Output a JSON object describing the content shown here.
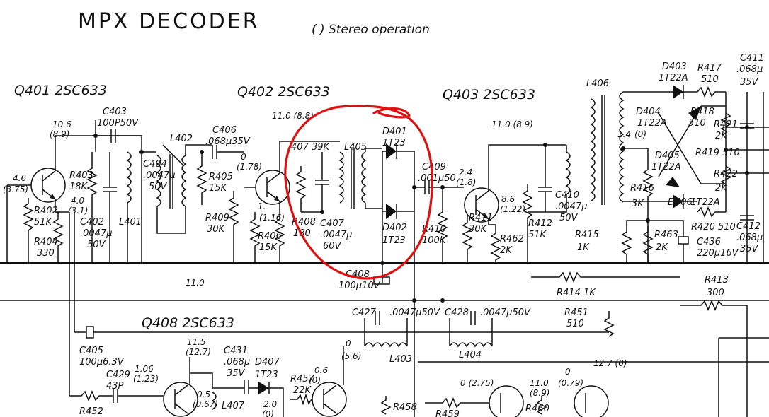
{
  "title": "MPX   DECODER",
  "subtitle": "(   ) Stereo  operation",
  "transistors": {
    "q401": "Q401 2SC633",
    "q402": "Q402 2SC633",
    "q403": "Q403 2SC633",
    "q408": "Q408 2SC633"
  },
  "diodes": {
    "d401": "D401",
    "d401_type": "1T23",
    "d402": "D402",
    "d402_type": "1T23",
    "d403": "D403",
    "d403_type": "1T22A",
    "d404": "D404",
    "d404_type": "1T22A",
    "d405": "D405",
    "d405_type": "1T22A",
    "d406": "D406",
    "d406_type": "1T22A",
    "d407": "D407",
    "d407_type": "1T23"
  },
  "coils": {
    "l401": "L401",
    "l402": "L402",
    "l403": "L403",
    "l404": "L404",
    "l405": "L405",
    "l406": "L406",
    "l407": "L407"
  },
  "resistors": {
    "r402": "R402",
    "r402_val": "51K",
    "r403": "R403",
    "r403_val": "18K",
    "r404": "R404",
    "r404_val": "330",
    "r405": "R405",
    "r405_val": "15K",
    "r406": "R406",
    "r406_val": "15K",
    "r407": "407 39K",
    "r408": "R408",
    "r408_val": "180",
    "r409": "R409",
    "r409_val": "30K",
    "r410": "R410",
    "r410_val": "100K",
    "r411": "R411",
    "r411_val": "30K",
    "r412": "R412",
    "r412_val": "51K",
    "r413": "R413",
    "r413_val": "300",
    "r414": "R414  1K",
    "r415": "R415",
    "r415_val": "1K",
    "r416": "R416",
    "r416_val": "3K",
    "r417": "R417",
    "r417_val": "510",
    "r418": "R418",
    "r418_val": "510",
    "r419": "R419 510",
    "r420": "R420 510",
    "r421": "R421",
    "r421_val": "2K",
    "r422": "R422",
    "r422_val": "2K",
    "r451": "R451",
    "r451_val": "510",
    "r452": "R452",
    "r457": "R457",
    "r457_val": "22K",
    "r458": "R458",
    "r459": "R459",
    "r460": "R460",
    "r462": "R462",
    "r462_val": "2K",
    "r463": "R463",
    "r463_val": "2K"
  },
  "capacitors": {
    "c402": "C402",
    "c402_val1": ".0047µ",
    "c402_val2": "50V",
    "c403": "C403",
    "c403_val": "100P50V",
    "c404": "C404",
    "c404_val1": ".0047µ",
    "c404_val2": "50V",
    "c405": "C405",
    "c405_val": "100µ6.3V",
    "c406": "C406",
    "c406_val": ".068µ35V",
    "c407": "C407",
    "c407_val1": ".0047µ",
    "c407_val2": "60V",
    "c408": "C408",
    "c408_val": "100µ10V",
    "c409": "C409",
    "c409_val": ".001µ50",
    "c410": "C410",
    "c410_val1": ".0047µ",
    "c410_val2": "50V",
    "c411": "C411",
    "c411_val1": ".068µ",
    "c411_val2": "35V",
    "c412": "C412",
    "c412_val1": ".068µ",
    "c412_val2": "35V",
    "c427": "C427",
    "c427_val": ".0047µ50V",
    "c428": "C428",
    "c428_val": ".0047µ50V",
    "c429": "C429",
    "c429_val": "43P",
    "c431": "C431",
    "c431_val1": ".068µ",
    "c431_val2": "35V",
    "c436": "C436",
    "c436_val": "220µ16V"
  },
  "voltages": {
    "v_in": "4.6",
    "v_in_st": "(3.75)",
    "v_q401_c": "10.6",
    "v_q401_c_st": "(8.9)",
    "v_q401_e": "4.0",
    "v_q401_e_st": "(3.1)",
    "v_q402_c": "11.0 (8.8)",
    "v_q402_b": "0",
    "v_q402_b_st": "(1.78)",
    "v_q402_e": "1.",
    "v_q402_e_st": "(1.16)",
    "v_q403_b": "2.4",
    "v_q403_b_st": "(1.8)",
    "v_q403_c": "11.0 (8.9)",
    "v_q403_e": "8.6",
    "v_q403_e_st": "(1.22)",
    "v_l406": "1.4",
    "v_l406_st": "(0)",
    "v_bus": "11.0",
    "v_q408_c": "0",
    "v_q408_c_st": "(5.6)",
    "v_q408_b": "11.5",
    "v_q408_b_st": "(12.7)",
    "v_bot1": "1.06",
    "v_bot1_st": "(1.23)",
    "v_bot2": "0.5",
    "v_bot2_st": "(0.67)",
    "v_bot3": "2.0",
    "v_bot3_st": "(0)",
    "v_bot4": "0.6",
    "v_bot4_st": "(0)",
    "v_bot5": "0 (2.75)",
    "v_bot6": "11.0",
    "v_bot6_st": "(8.9)",
    "v_bot7": "0",
    "v_bot7_st": "(0.79)",
    "v_bot8": "12.7 (0)"
  },
  "colors": {
    "ink": "#111111",
    "annotation": "#e01010"
  },
  "annotation": "red-hand-drawn-circle-around-L405-D401-D402-C407-section"
}
